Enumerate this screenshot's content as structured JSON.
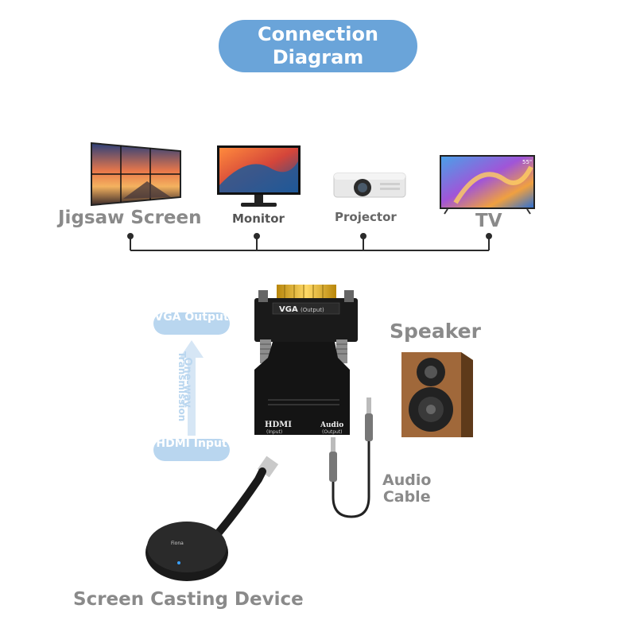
{
  "title": {
    "line1": "Connection",
    "line2": "Diagram"
  },
  "displays": [
    {
      "label": "Jigsaw Screen",
      "icon": "video-wall-icon"
    },
    {
      "label": "Monitor",
      "icon": "monitor-icon"
    },
    {
      "label": "Projector",
      "icon": "projector-icon"
    },
    {
      "label": "TV",
      "icon": "tv-icon"
    }
  ],
  "adapter": {
    "vga_label": "VGA",
    "vga_sub": "(Output)",
    "hdmi_label": "HDMI",
    "hdmi_sub": "(Input)",
    "audio_label": "Audio",
    "audio_sub": "(Output)"
  },
  "flow": {
    "top": "VGA Output",
    "middle_left": "Transmission",
    "middle_right": "One-way",
    "bottom": "HDMI Input"
  },
  "speaker": {
    "label": "Speaker"
  },
  "audio_cable": {
    "line1": "Audio",
    "line2": "Cable"
  },
  "casting_device": {
    "label": "Screen Casting Device",
    "brand": "Fiona"
  },
  "tv_badge": "55\"",
  "colors": {
    "accent": "#6aa4d9",
    "accent_light": "#b9d6ef",
    "label_gray": "#8a8a8a"
  }
}
